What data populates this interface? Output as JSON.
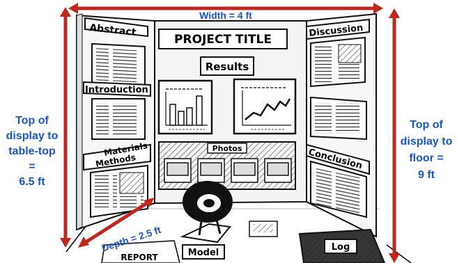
{
  "board": {
    "title": "PROJECT TITLE",
    "labels": {
      "abstract": "Abstract",
      "introduction": "Introduction",
      "materials": "Materials",
      "methods": "Methods",
      "results": "Results",
      "photos": "Photos",
      "discussion": "Discussion",
      "conclusion": "Conclusion"
    }
  },
  "table_items": {
    "report": "REPORT",
    "model": "Model",
    "log": "Log"
  },
  "dimensions": {
    "width": "Width = 4 ft",
    "depth": "Depth = 2.5 ft",
    "left_lines": [
      "Top of",
      "display to",
      "table-top",
      "=",
      "6.5 ft"
    ],
    "right_lines": [
      "Top of",
      "display to",
      "floor =",
      "9 ft"
    ]
  },
  "colors": {
    "arrow": "#c0281e",
    "measure_text": "#1a56c8",
    "ink": "#111111"
  }
}
